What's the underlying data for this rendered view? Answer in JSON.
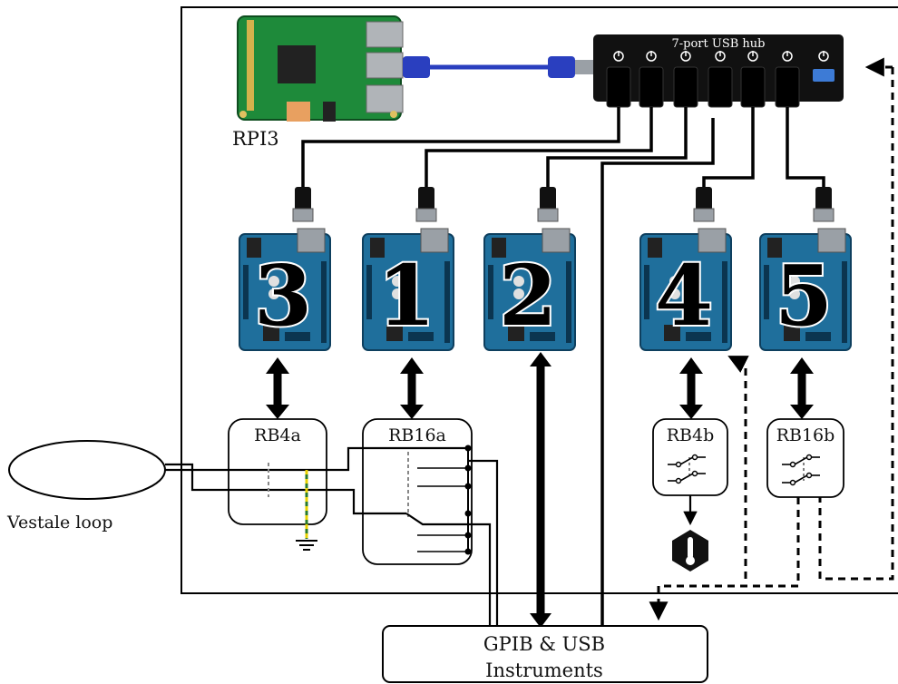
{
  "labels": {
    "rpi": "RPI3",
    "hub": "7-port USB hub",
    "loop": "Vestale loop",
    "instruments_line1": "GPIB & USB",
    "instruments_line2": "Instruments"
  },
  "boards": [
    "3",
    "1",
    "2",
    "4",
    "5"
  ],
  "relay_boards": [
    "RB4a",
    "RB16a",
    "RB4b",
    "RB16b"
  ],
  "colors": {
    "arduino_blue": "#1f6f9c",
    "rpi_green": "#1e8a3a",
    "hub_black": "#111111",
    "usb_blue": "#2a3fbf",
    "ground_yellow": "#e8d200",
    "ground_green": "#2a7a2a"
  },
  "icons": [
    "raspberry-pi-board-icon",
    "usb-hub-icon",
    "arduino-uno-icon",
    "thermometer-sensor-icon",
    "ground-symbol-icon",
    "relay-switch-icon"
  ]
}
